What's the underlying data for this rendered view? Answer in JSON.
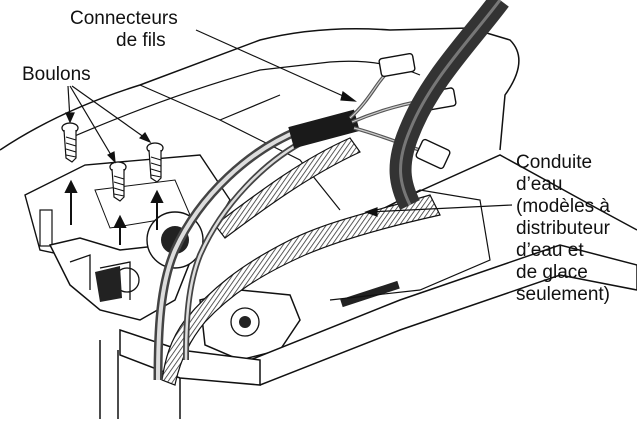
{
  "labels": {
    "connecteurs_line1": "Connecteurs",
    "connecteurs_line2": "de fils",
    "boulons": "Boulons",
    "conduite_line1": "Conduite",
    "conduite_line2": "d’eau",
    "conduite_line3": "(modèles à",
    "conduite_line4": "distributeur",
    "conduite_line5": "d’eau et",
    "conduite_line6": "de glace",
    "conduite_line7": "seulement)"
  },
  "colors": {
    "ink": "#111111",
    "tube": "#333333",
    "background": "#ffffff"
  }
}
